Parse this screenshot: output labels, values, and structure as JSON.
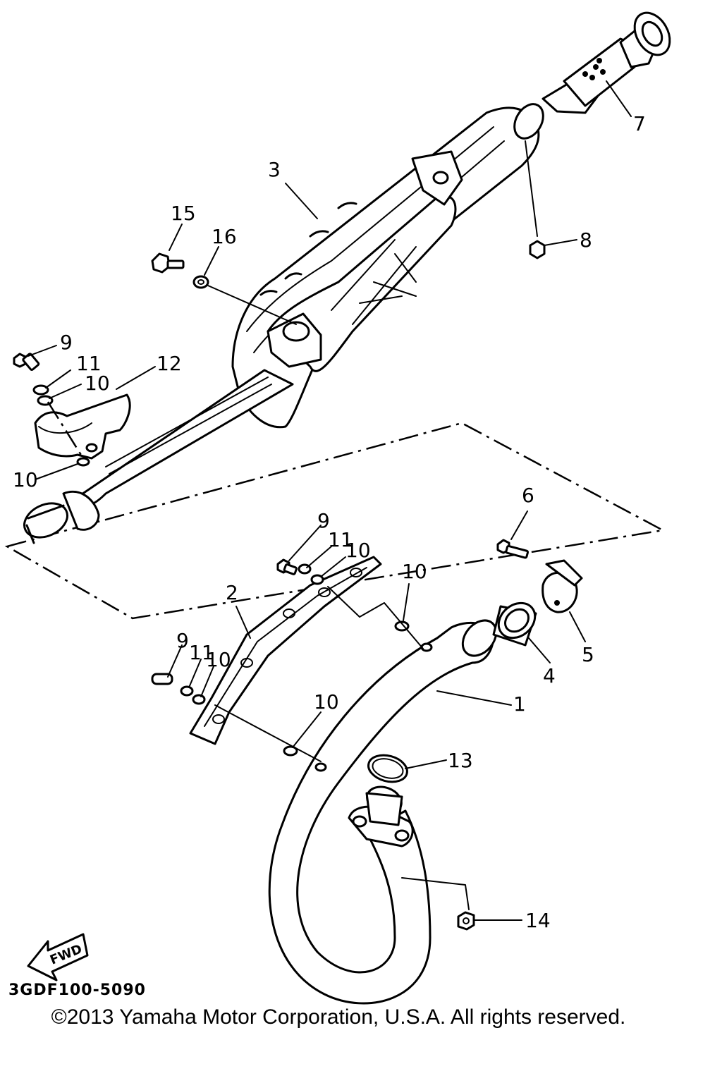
{
  "diagram": {
    "callouts": [
      "1",
      "2",
      "3",
      "4",
      "5",
      "6",
      "7",
      "8",
      "9",
      "10",
      "11",
      "12",
      "13",
      "14",
      "15",
      "16"
    ],
    "fwd_label": "FWD",
    "part_code": "3GDF100-5090",
    "copyright": "©2013 Yamaha Motor Corporation, U.S.A. All rights reserved."
  }
}
